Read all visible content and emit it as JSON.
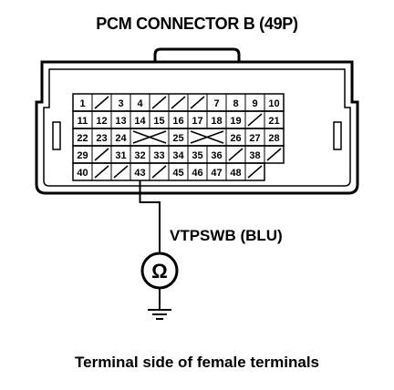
{
  "title": "PCM CONNECTOR B (49P)",
  "caption": "Terminal side of female terminals",
  "wire_label": "VTPSWB (BLU)",
  "meter_symbol": "Ω",
  "icons": [
    "ohmmeter-icon",
    "ground-icon"
  ],
  "connector": {
    "rows": [
      [
        "1",
        "/",
        "3",
        "4",
        "/",
        "/",
        "/",
        "7",
        "8",
        "9",
        "10"
      ],
      [
        "11",
        "12",
        "13",
        "14",
        "15",
        "16",
        "17",
        "18",
        "19",
        "/",
        "21"
      ],
      [
        "22",
        "23",
        "24",
        "X",
        "X",
        "25",
        "X",
        "X",
        "26",
        "27",
        "28"
      ],
      [
        "29",
        "/",
        "31",
        "32",
        "33",
        "34",
        "35",
        "36",
        "/",
        "38",
        "/"
      ],
      [
        "40",
        "/",
        "/",
        "43",
        "/",
        "45",
        "46",
        "47",
        "48",
        "/"
      ]
    ],
    "probe_pin": "43"
  }
}
